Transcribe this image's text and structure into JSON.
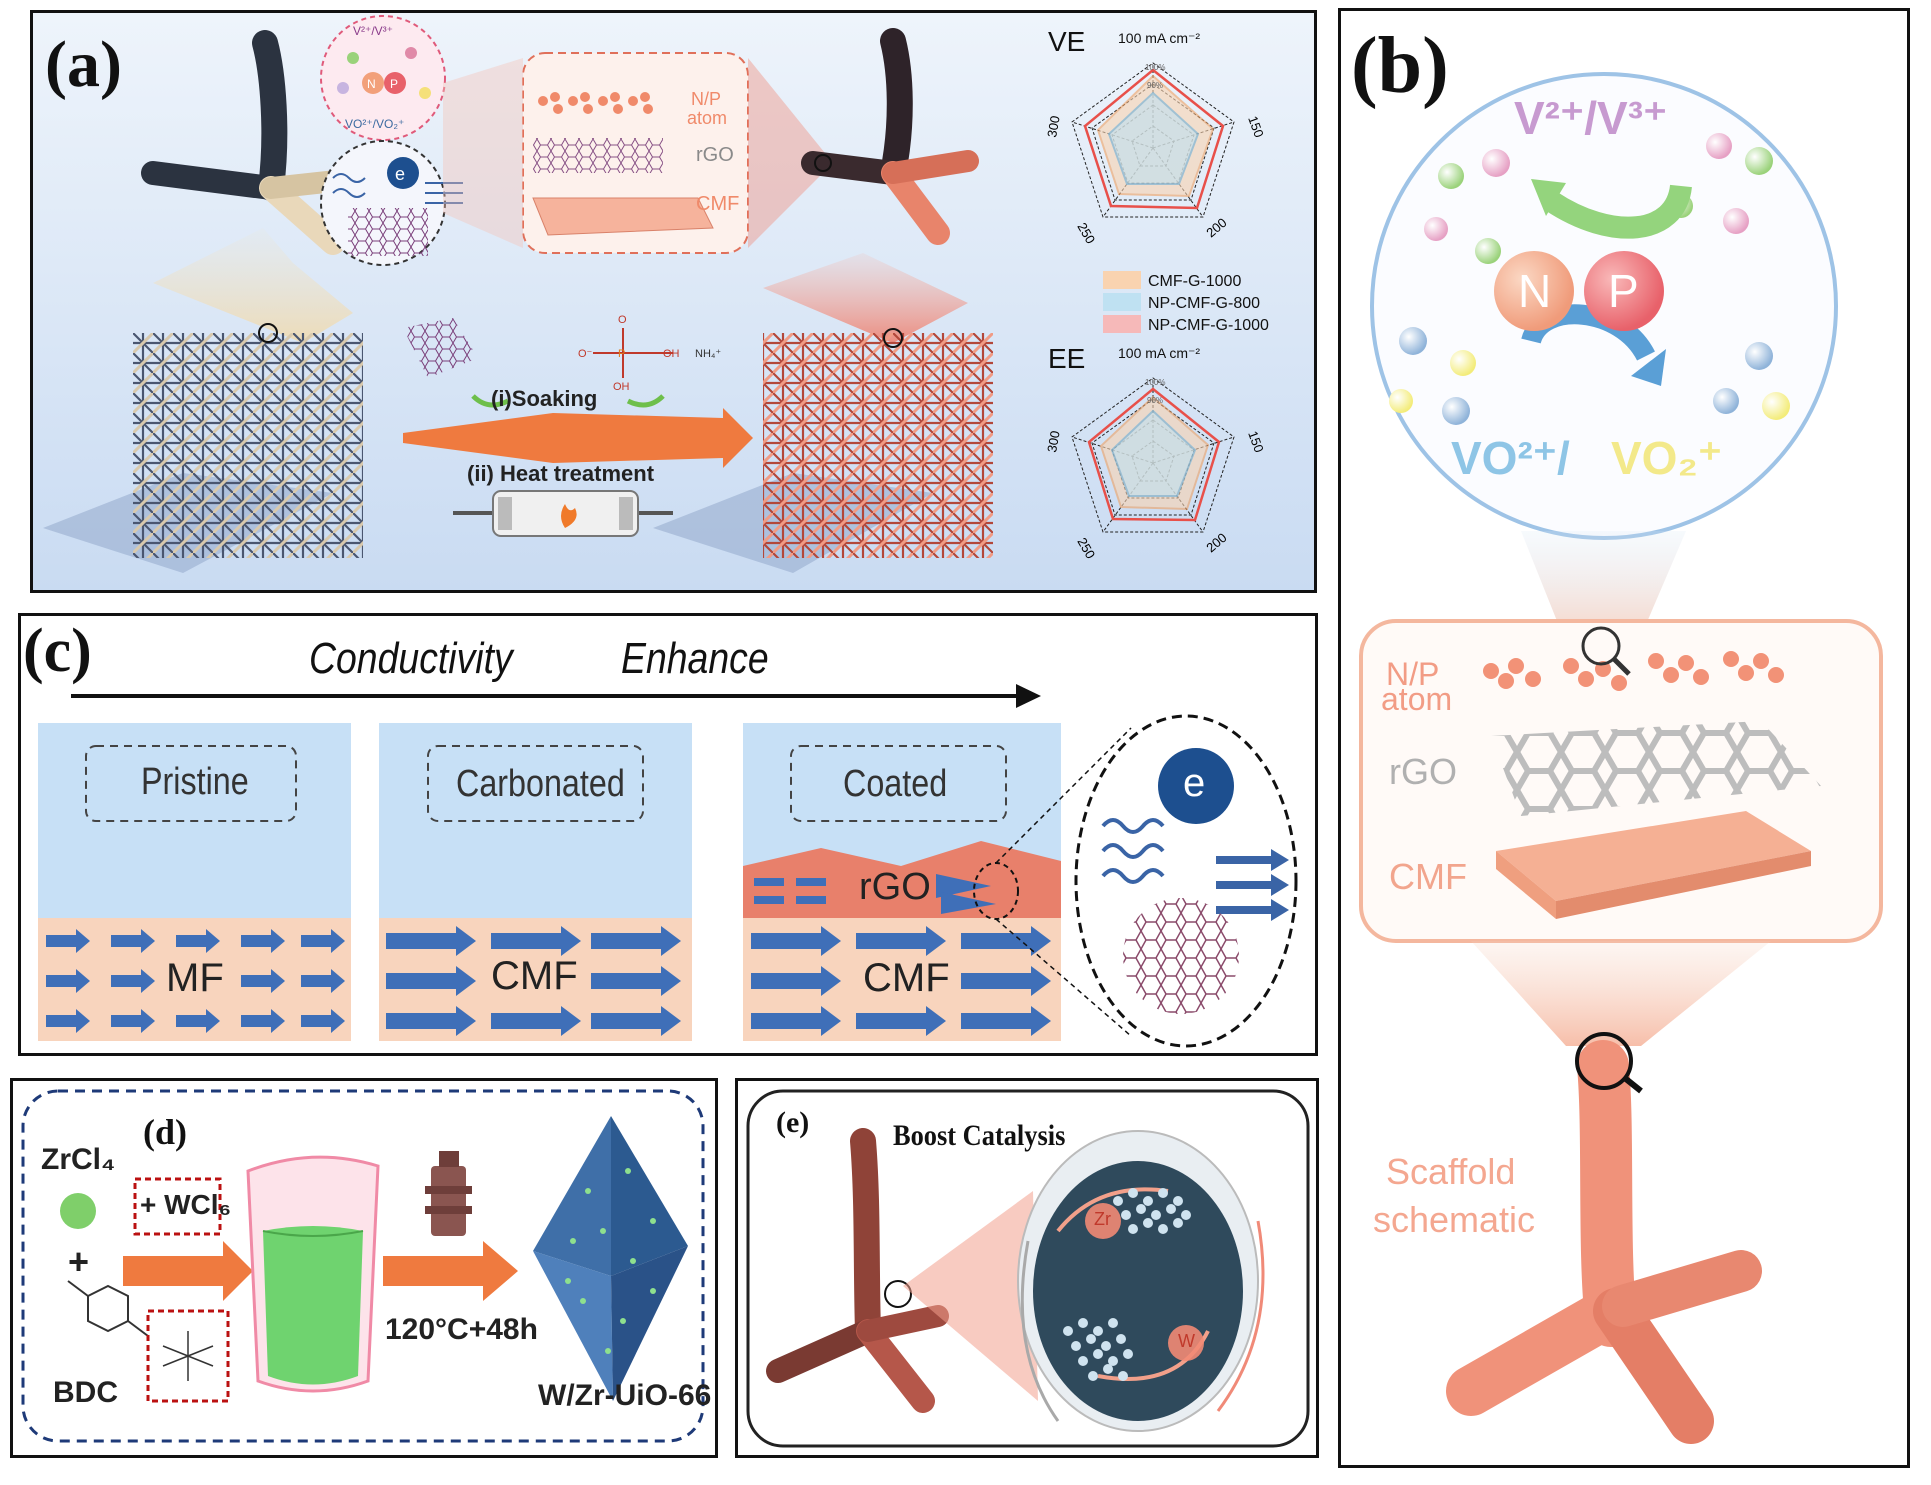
{
  "panel_a": {
    "label": "(a)",
    "np_atom": "N/P\natom",
    "np_line1": "N/P",
    "np_line2": "atom",
    "rgo": "rGO",
    "cmf": "CMF",
    "soaking": "(i)Soaking",
    "heat": "(ii) Heat treatment",
    "e_symbol": "e",
    "ions_top": "V²⁺/V³⁺",
    "ions_bottom": "VO²⁺/VO₂⁺",
    "nh4": "NH₄⁺",
    "oh1": "OH",
    "oh2": "OH",
    "o_minus": "O⁻",
    "o_top": "O",
    "p_atom": "P",
    "radar_ve": {
      "title": "VE",
      "current": "100 mA cm⁻²",
      "ticks": [
        "150",
        "200",
        "250",
        "300"
      ],
      "pct": [
        "100%",
        "90%"
      ]
    },
    "radar_ee": {
      "title": "EE",
      "current": "100 mA cm⁻²",
      "ticks": [
        "150",
        "200",
        "250",
        "300"
      ],
      "pct": [
        "100%",
        "90%"
      ]
    },
    "legend": [
      {
        "name": "CMF-G-1000",
        "color": "#f9d3b0"
      },
      {
        "name": "NP-CMF-G-800",
        "color": "#bfe1f2"
      },
      {
        "name": "NP-CMF-G-1000",
        "color": "#f6b9b9"
      }
    ]
  },
  "panel_b": {
    "label": "(b)",
    "ions_top": "V²⁺/V³⁺",
    "n": "N",
    "p": "P",
    "ions_bottom_1": "VO²⁺/",
    "ions_bottom_2": "VO₂⁺",
    "np_line1": "N/P",
    "np_line2": "atom",
    "rgo": "rGO",
    "cmf": "CMF",
    "scaffold_1": "Scaffold",
    "scaffold_2": "schematic"
  },
  "panel_c": {
    "label": "(c)",
    "title_1": "Conductivity",
    "title_2": "Enhance",
    "pristine": "Pristine",
    "carbonated": "Carbonated",
    "coated": "Coated",
    "mf": "MF",
    "cmf1": "CMF",
    "cmf2": "CMF",
    "rgo": "rGO",
    "e_symbol": "e"
  },
  "panel_d": {
    "label": "(d)",
    "zrcl4": "ZrCl₄",
    "plus": "+",
    "wcl6": "+ WCl₆",
    "bdc": "BDC",
    "condition": "120°C+48h",
    "product": "W/Zr-UiO-66"
  },
  "panel_e": {
    "label": "(e)",
    "title": "Boost Catalysis",
    "zr": "Zr",
    "w": "W"
  },
  "colors": {
    "salmon": "#e8846b",
    "blue_bg": "#cde4f6",
    "arrow_orange": "#ef7a3f",
    "dark_blue": "#2d5fa3",
    "peach": "#f8cbb0"
  }
}
